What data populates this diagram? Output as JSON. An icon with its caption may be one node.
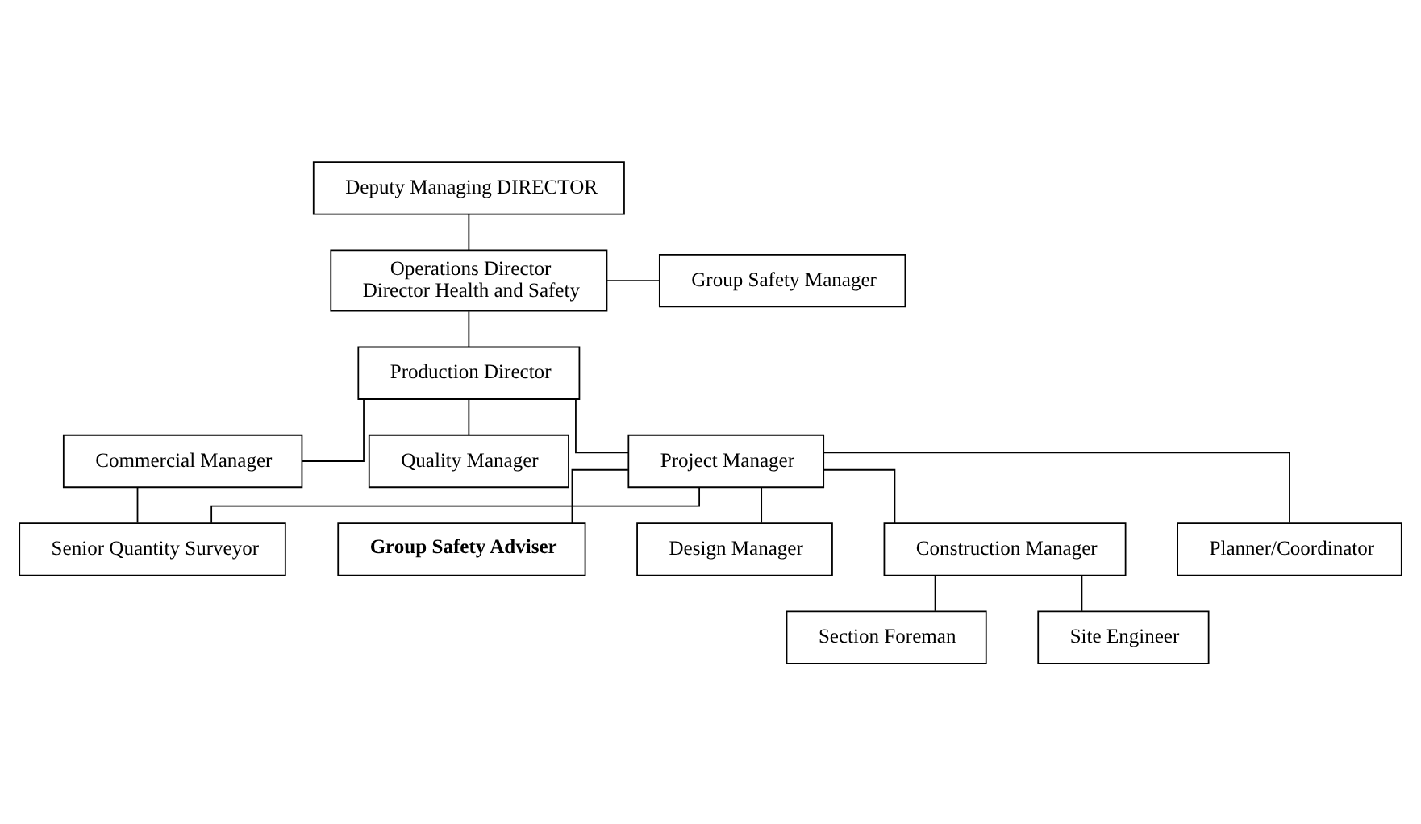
{
  "diagram": {
    "nodes": [
      {
        "text": [
          "Deputy Managing DIRECTOR"
        ]
      },
      {
        "text": [
          "Operations Director",
          "Director Health and Safety"
        ]
      },
      {
        "text": [
          "Group Safety Manager"
        ]
      },
      {
        "text": [
          "Production Director"
        ]
      },
      {
        "text": [
          "Commercial Manager"
        ]
      },
      {
        "text": [
          "Quality Manager"
        ]
      },
      {
        "text": [
          "Project Manager"
        ]
      },
      {
        "text": [
          "Group Safety Adviser"
        ]
      },
      {
        "text": [
          "Design Manager"
        ]
      },
      {
        "text": [
          "Senior Quantity Surveyor"
        ]
      },
      {
        "text": [
          "Construction Manager"
        ]
      },
      {
        "text": [
          "Planner/Coordinator"
        ]
      },
      {
        "text": [
          "Section Foreman"
        ]
      },
      {
        "text": [
          "Site Engineer"
        ]
      }
    ],
    "edges": [
      {
        "from": 0,
        "to": 1,
        "arrow": "none"
      },
      {
        "from": 1,
        "to": 3,
        "arrow": "none"
      },
      {
        "from": 1,
        "to": 2,
        "arrow": "none"
      },
      {
        "from": 3,
        "to": 6,
        "arrow": "none"
      },
      {
        "from": 3,
        "to": 4,
        "arrow": "none"
      },
      {
        "from": 3,
        "to": 5,
        "arrow": "none"
      },
      {
        "from": 4,
        "to": 9,
        "arrow": "none"
      },
      {
        "from": 6,
        "to": 7,
        "arrow": "none"
      },
      {
        "from": 6,
        "to": 8,
        "arrow": "none"
      },
      {
        "from": 6,
        "to": 9,
        "arrow": "none"
      },
      {
        "from": 6,
        "to": 10,
        "arrow": "none"
      },
      {
        "from": 6,
        "to": 11,
        "arrow": "none"
      },
      {
        "from": 10,
        "to": 12,
        "arrow": "none"
      },
      {
        "from": 10,
        "to": 13,
        "arrow": "none"
      }
    ]
  }
}
